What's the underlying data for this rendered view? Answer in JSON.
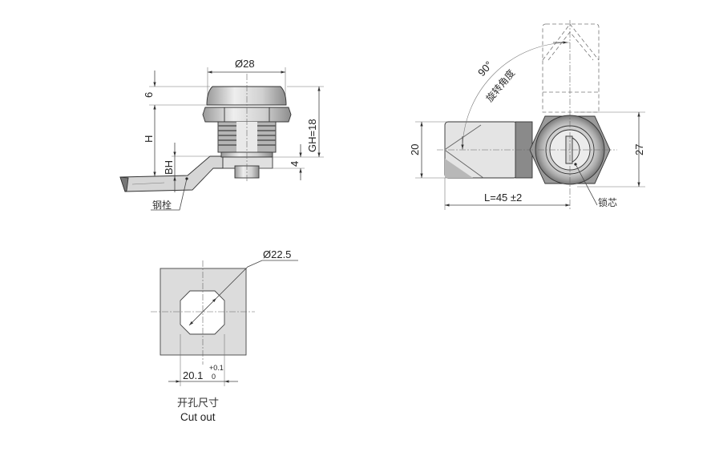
{
  "side_view": {
    "diameter_label": "Ø28",
    "dim_cap": "6",
    "dim_h": "H",
    "dim_bh": "BH",
    "dim_gh": "GH=18",
    "dim_4": "4",
    "bolt_label": "钢栓"
  },
  "front_view": {
    "angle_label": "90°",
    "rotation_label": "旋转角度",
    "dim_20": "20",
    "dim_27": "27",
    "dim_length": "L=45 ±2",
    "core_label": "锁芯"
  },
  "cutout": {
    "diameter_label": "Ø22.5",
    "width": "20.1",
    "tol_upper": "+0.1",
    "tol_lower": "0",
    "title_cn": "开孔尺寸",
    "title_en": "Cut out"
  },
  "colors": {
    "part_fill": "#d9d9d9",
    "dark_fill": "#8a8a8a",
    "line": "#333333"
  }
}
